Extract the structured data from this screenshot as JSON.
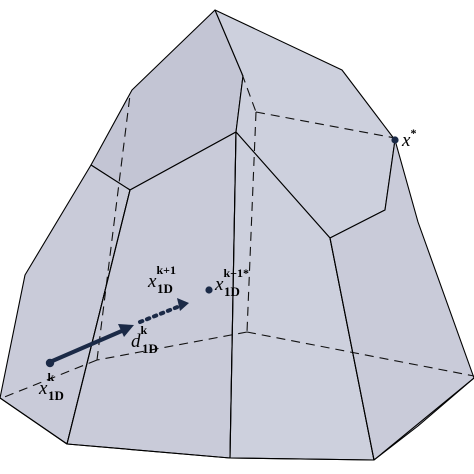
{
  "labels": {
    "x_star": {
      "base": "x",
      "sup": "*"
    },
    "x_k1_star": {
      "base": "x",
      "sub": "1D",
      "sup": "k+1*"
    },
    "x_k1": {
      "base": "x",
      "sub": "1D",
      "sup": "k+1"
    },
    "d_k": {
      "base": "d",
      "sub": "1D",
      "sup": "k"
    },
    "x_k": {
      "base": "x",
      "sub": "1D",
      "sup": "k"
    }
  },
  "colors": {
    "polytope_fill": "#c9cbd9",
    "arrow_color": "#1b2a47",
    "point_color": "#1b2a47"
  }
}
